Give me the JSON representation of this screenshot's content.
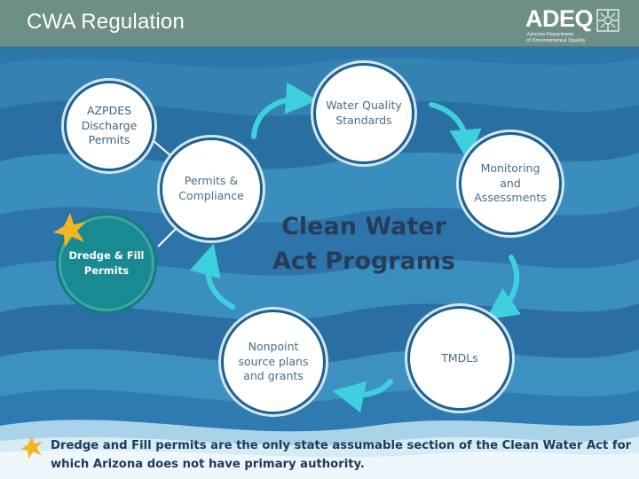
{
  "header": {
    "title": "CWA Regulation",
    "logo_word": "ADEQ",
    "logo_sub_line1": "Arizona Department",
    "logo_sub_line2": "of Environmental Quality"
  },
  "diagram": {
    "center_title_line1": "Clean Water",
    "center_title_line2": "Act Programs",
    "nodes": {
      "azpdes": [
        "AZPDES",
        "Discharge",
        "Permits"
      ],
      "water_quality": [
        "Water Quality",
        "Standards"
      ],
      "monitoring": [
        "Monitoring",
        "and",
        "Assessments"
      ],
      "tmdls": [
        "TMDLs"
      ],
      "nonpoint": [
        "Nonpoint",
        "source plans",
        "and grants"
      ],
      "permits_compliance": [
        "Permits &",
        "Compliance"
      ],
      "dredge_fill": [
        "Dredge & Fill",
        "Permits"
      ]
    }
  },
  "footnote": {
    "line1": "Dredge and Fill permits are the only state assumable section of the Clean Water Act for",
    "line2": "which  Arizona does not have primary authority."
  },
  "colors": {
    "header_bg": "#6e8f86",
    "arrow": "#3fd0e0",
    "star": "#f2b623",
    "dredge_circle": "#1a8a92",
    "node_text": "#4a6d85",
    "title_text": "#263d5a"
  },
  "icons": {
    "star": "star-icon",
    "logo": "sun-lines-logo-icon"
  }
}
